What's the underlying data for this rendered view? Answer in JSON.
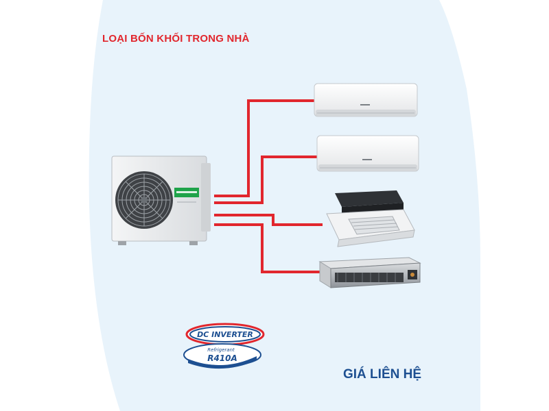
{
  "header": {
    "title": "LOẠI BỐN KHỐI TRONG NHÀ"
  },
  "footer": {
    "price_label": "GIÁ LIÊN HỆ"
  },
  "badges": {
    "inverter": "DC INVERTER",
    "refrigerant_caption": "Refrigerant",
    "refrigerant_name": "R410A"
  },
  "colors": {
    "title": "#e1262d",
    "price": "#1d4f91",
    "pipe": "#e1262d",
    "background_panel": "#e8f3fb",
    "brand_strip": "#1fa34a"
  },
  "units": {
    "outdoor": "outdoor-condenser-unit",
    "indoor": [
      "wall-mounted-unit",
      "wall-mounted-unit",
      "ceiling-cassette-unit",
      "ducted-concealed-unit"
    ]
  }
}
